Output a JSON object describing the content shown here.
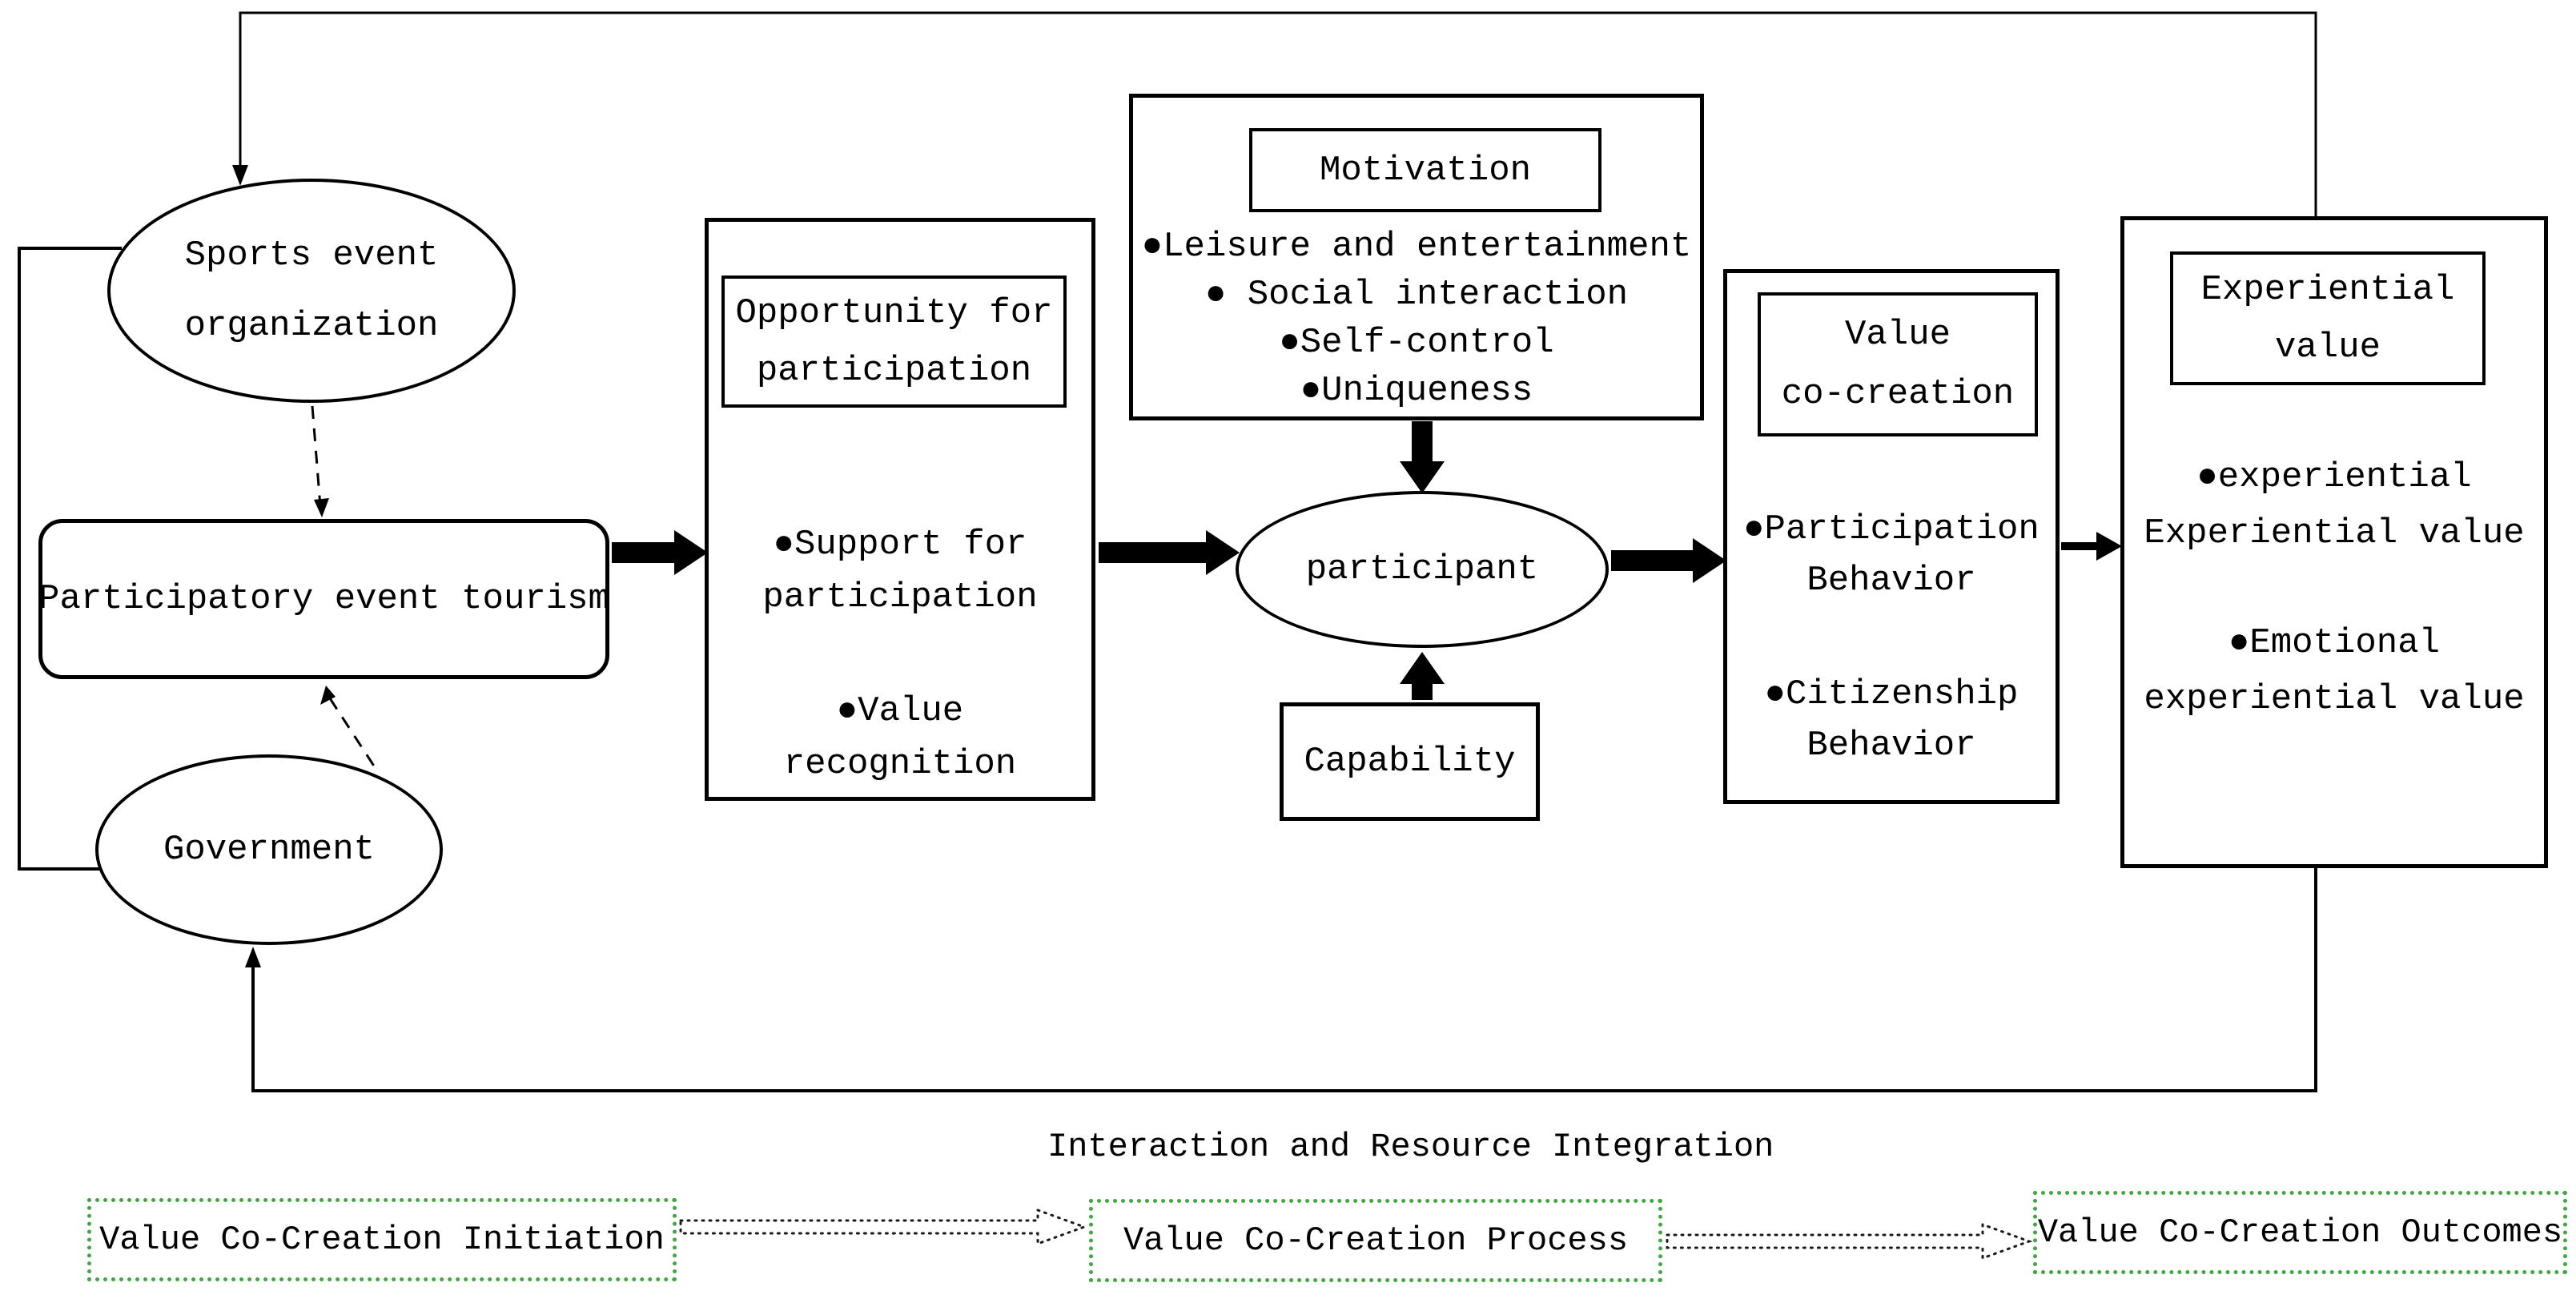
{
  "colors": {
    "line": "#000000",
    "stage_border_green": "#42a642",
    "text": "#000000",
    "background": "#ffffff"
  },
  "nodes": {
    "sports_event_org": {
      "line1": "Sports  event",
      "line2": "organization"
    },
    "participatory": {
      "label": "Participatory event tourism"
    },
    "government": {
      "label": "Government"
    },
    "opportunity": {
      "title_line1": "Opportunity for",
      "title_line2": "participation",
      "bullet1_line1": "●Support for",
      "bullet1_line2": "participation",
      "bullet2_line1": "●Value",
      "bullet2_line2": "recognition"
    },
    "motivation": {
      "title": "Motivation",
      "bullets": [
        "●Leisure and entertainment",
        "● Social interaction",
        "●Self-control",
        "●Uniqueness"
      ]
    },
    "participant": {
      "label": "participant"
    },
    "capability": {
      "label": "Capability"
    },
    "value_cocreation": {
      "title_line1": "Value",
      "title_line2": "co-creation",
      "bullet1_line1": "●Participation",
      "bullet1_line2": "Behavior",
      "bullet2_line1": "●Citizenship",
      "bullet2_line2": "Behavior"
    },
    "experiential": {
      "title_line1": "Experiential",
      "title_line2": "value",
      "bullet1_line1": "●experiential",
      "bullet1_line2": "Experiential value",
      "bullet2_line1": "●Emotional",
      "bullet2_line2": "experiential value"
    }
  },
  "caption": "Interaction and Resource Integration",
  "stages": [
    {
      "label": "Value Co-Creation Initiation"
    },
    {
      "label": "Value Co-Creation Process"
    },
    {
      "label": "Value Co-Creation Outcomes"
    }
  ]
}
